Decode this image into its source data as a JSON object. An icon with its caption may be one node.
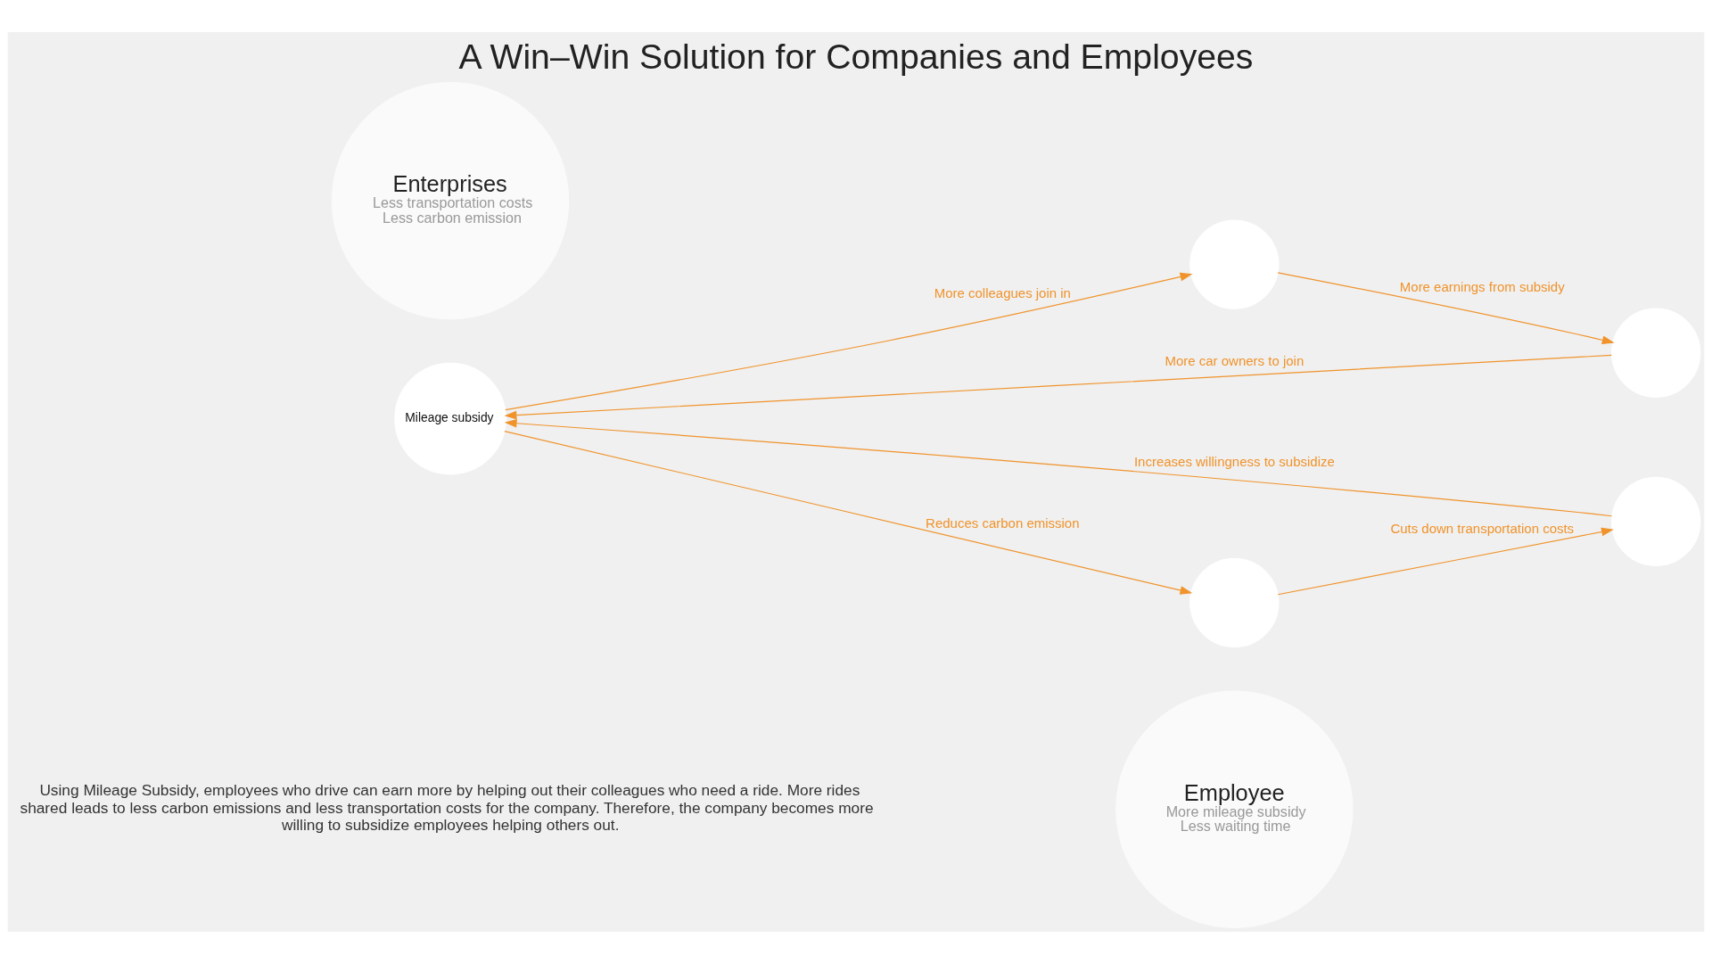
{
  "diagram": {
    "title": "A Win–Win Solution for Companies and Employees",
    "nodes": [
      {
        "text": [
          "Employee",
          "More mileage subsidy",
          "Less waiting time"
        ]
      },
      {
        "text": [
          "Mileage subsidy"
        ]
      },
      {
        "text": [
          "Enterprises",
          "Less transportation costs",
          "Less carbon emission"
        ]
      },
      {
        "text": [],
        "shape": "circle"
      },
      {
        "text": [],
        "shape": "circle"
      },
      {
        "text": [],
        "shape": "circle"
      },
      {
        "text": [],
        "shape": "circle"
      }
    ],
    "edges": [
      {
        "from": 3,
        "to": 4,
        "arrow": "to",
        "label": "More earnings from subsidy"
      },
      {
        "from": 4,
        "to": 1,
        "arrow": "to",
        "label": "More car owners to join"
      },
      {
        "from": 1,
        "to": 3,
        "arrow": "to",
        "label": "More colleagues join in"
      },
      {
        "from": 1,
        "to": 6,
        "arrow": "to",
        "label": "Reduces carbon emission"
      },
      {
        "from": 6,
        "to": 5,
        "arrow": "to",
        "label": "Cuts down transportation costs"
      },
      {
        "from": 5,
        "to": 1,
        "arrow": "to",
        "label": "Increases willingness to subsidize"
      }
    ],
    "labels": [
      "Using Mileage Subsidy, employees who drive can earn more by helping out their colleagues who need a ride. More rides shared leads to less carbon emissions and less transportation costs for the company. Therefore, the company becomes more willing to subsidize employees helping others out."
    ]
  }
}
